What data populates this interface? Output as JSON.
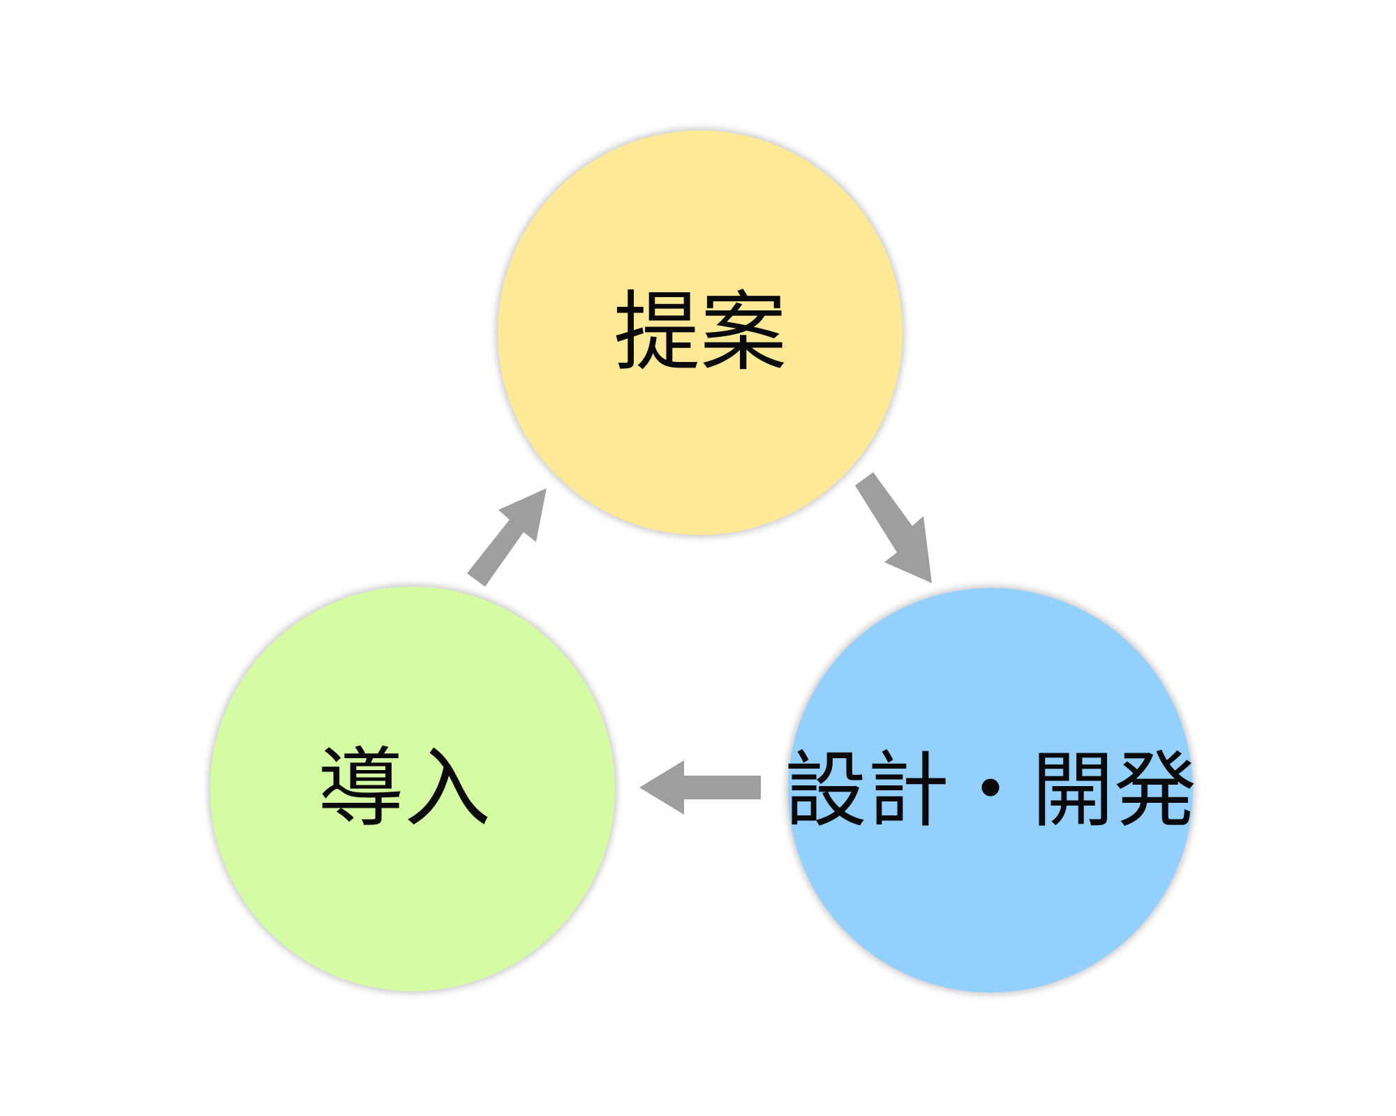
{
  "diagram": {
    "type": "cycle",
    "nodes": [
      {
        "id": "proposal",
        "label": "提案",
        "color": "#fde996"
      },
      {
        "id": "design",
        "label": "設計・開発",
        "color": "#94d0fd"
      },
      {
        "id": "introduction",
        "label": "導入",
        "color": "#d5fca3"
      }
    ],
    "edges": [
      {
        "from": "proposal",
        "to": "design"
      },
      {
        "from": "design",
        "to": "introduction"
      },
      {
        "from": "introduction",
        "to": "proposal"
      }
    ],
    "arrow_color": "#9e9e9e"
  }
}
